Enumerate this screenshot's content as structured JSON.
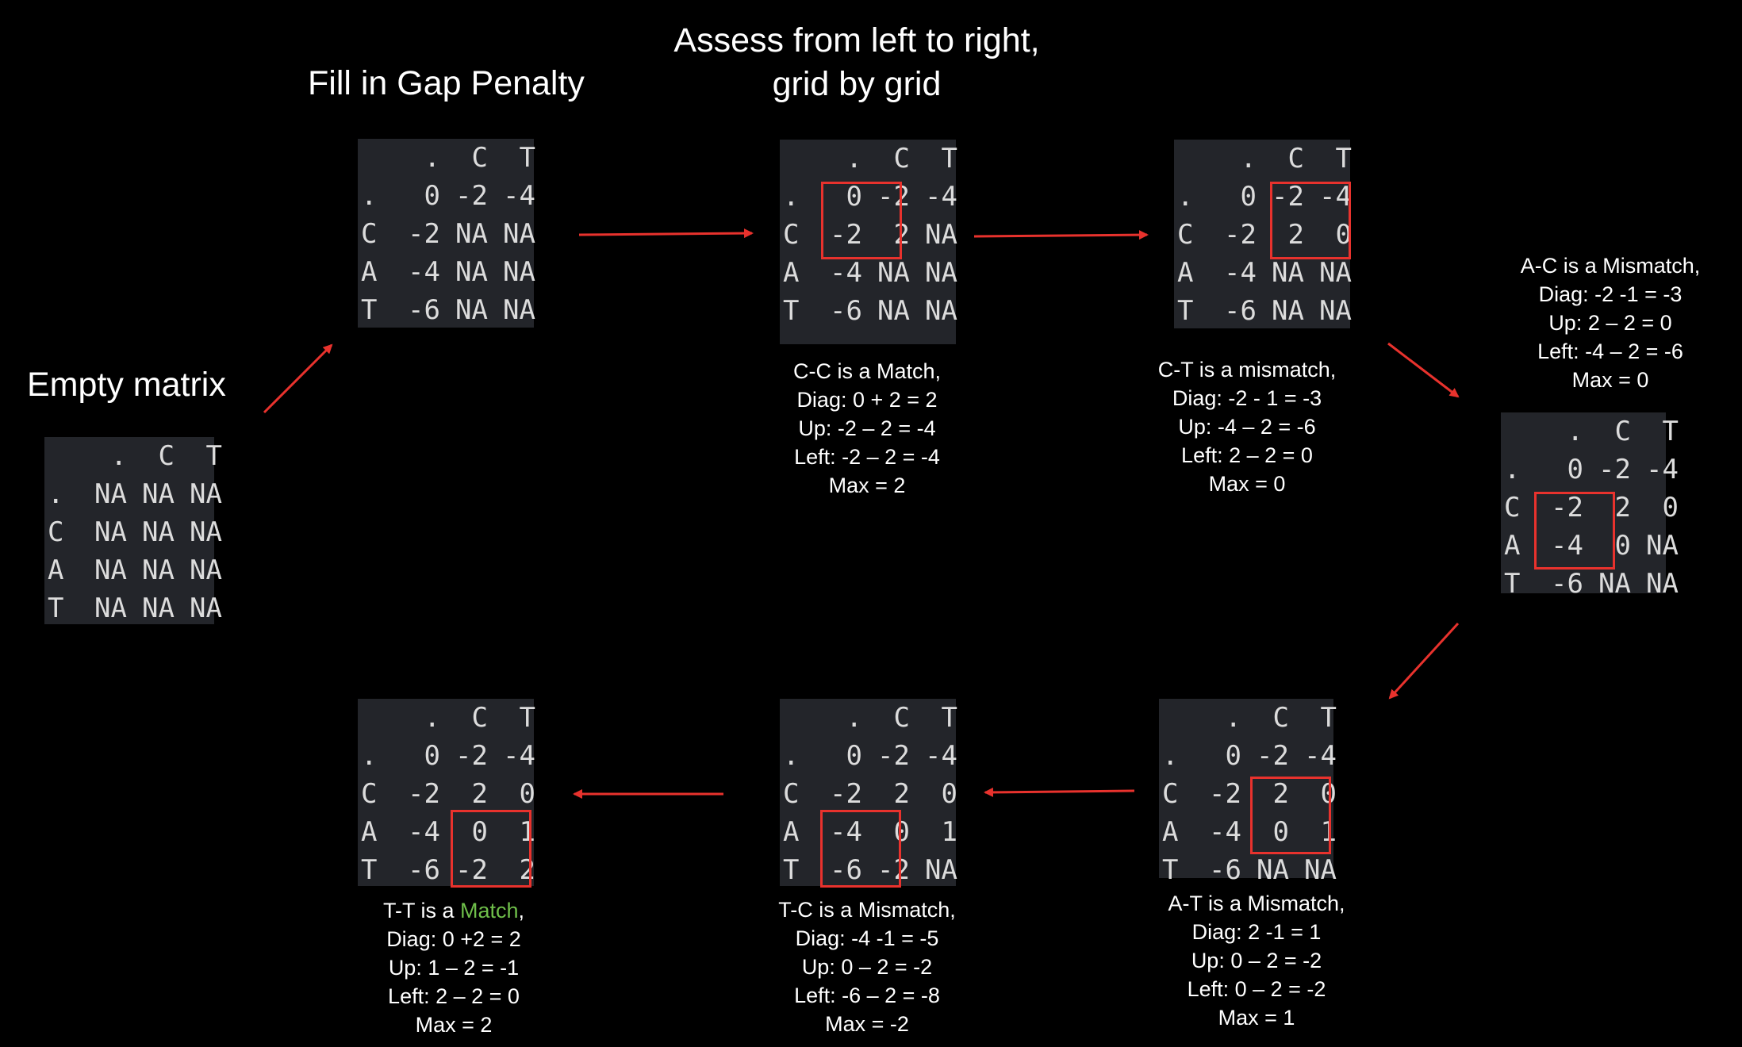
{
  "titles": {
    "empty": "Empty matrix",
    "gap": "Fill in Gap Penalty",
    "assess_line1": "Assess from left to right,",
    "assess_line2": "grid by grid"
  },
  "colors": {
    "arrow": "#e8322d",
    "highlight": "#e8322d",
    "match": "#6fbf4a",
    "matrix_bg": "#23252a"
  },
  "matrices": {
    "empty": [
      [
        ".",
        "C",
        "T"
      ],
      [
        ".",
        "NA",
        "NA",
        "NA"
      ],
      [
        "C",
        "NA",
        "NA",
        "NA"
      ],
      [
        "A",
        "NA",
        "NA",
        "NA"
      ],
      [
        "T",
        "NA",
        "NA",
        "NA"
      ]
    ],
    "gap": [
      [
        ".",
        "C",
        "T"
      ],
      [
        ".",
        "0",
        "-2",
        "-4"
      ],
      [
        "C",
        "-2",
        "NA",
        "NA"
      ],
      [
        "A",
        "-4",
        "NA",
        "NA"
      ],
      [
        "T",
        "-6",
        "NA",
        "NA"
      ]
    ],
    "step1": [
      [
        ".",
        "C",
        "T"
      ],
      [
        ".",
        "0",
        "-2",
        "-4"
      ],
      [
        "C",
        "-2",
        "2",
        "NA"
      ],
      [
        "A",
        "-4",
        "NA",
        "NA"
      ],
      [
        "T",
        "-6",
        "NA",
        "NA"
      ]
    ],
    "step2": [
      [
        ".",
        "C",
        "T"
      ],
      [
        ".",
        "0",
        "-2",
        "-4"
      ],
      [
        "C",
        "-2",
        "2",
        "0"
      ],
      [
        "A",
        "-4",
        "NA",
        "NA"
      ],
      [
        "T",
        "-6",
        "NA",
        "NA"
      ]
    ],
    "step3": [
      [
        ".",
        "C",
        "T"
      ],
      [
        ".",
        "0",
        "-2",
        "-4"
      ],
      [
        "C",
        "-2",
        "2",
        "0"
      ],
      [
        "A",
        "-4",
        "0",
        "NA"
      ],
      [
        "T",
        "-6",
        "NA",
        "NA"
      ]
    ],
    "step4": [
      [
        ".",
        "C",
        "T"
      ],
      [
        ".",
        "0",
        "-2",
        "-4"
      ],
      [
        "C",
        "-2",
        "2",
        "0"
      ],
      [
        "A",
        "-4",
        "0",
        "1"
      ],
      [
        "T",
        "-6",
        "NA",
        "NA"
      ]
    ],
    "step5": [
      [
        ".",
        "C",
        "T"
      ],
      [
        ".",
        "0",
        "-2",
        "-4"
      ],
      [
        "C",
        "-2",
        "2",
        "0"
      ],
      [
        "A",
        "-4",
        "0",
        "1"
      ],
      [
        "T",
        "-6",
        "-2",
        "NA"
      ]
    ],
    "step6": [
      [
        ".",
        "C",
        "T"
      ],
      [
        ".",
        "0",
        "-2",
        "-4"
      ],
      [
        "C",
        "-2",
        "2",
        "0"
      ],
      [
        "A",
        "-4",
        "0",
        "1"
      ],
      [
        "T",
        "-6",
        "-2",
        "2"
      ]
    ]
  },
  "descriptions": {
    "step1": [
      "C-C is a Match,",
      "Diag: 0 + 2 = 2",
      "Up: -2 – 2 = -4",
      "Left: -2 – 2 = -4",
      "Max = 2"
    ],
    "step2": [
      "C-T is a mismatch,",
      "Diag: -2 - 1 = -3",
      "Up: -4 – 2 = -6",
      "Left: 2 – 2 = 0",
      "Max = 0"
    ],
    "step3": [
      "A-C is a Mismatch,",
      "Diag: -2 -1 = -3",
      "Up: 2 – 2 = 0",
      "Left: -4 – 2 = -6",
      "Max = 0"
    ],
    "step4": [
      "A-T is a Mismatch,",
      "Diag: 2 -1 = 1",
      "Up: 0 – 2 = -2",
      "Left: 0 – 2 = -2",
      "Max = 1"
    ],
    "step5": [
      "T-C is a Mismatch,",
      "Diag: -4 -1 = -5",
      "Up: 0 – 2 = -2",
      "Left: -6 – 2 = -8",
      "Max = -2"
    ],
    "step6": {
      "line1_prefix": "T-T is a ",
      "line1_match": "Match",
      "line1_suffix": ",",
      "lines": [
        "Diag: 0  +2  = 2",
        "Up: 1 – 2 = -1",
        "Left: 2 – 2 = 0",
        "Max = 2"
      ]
    }
  }
}
